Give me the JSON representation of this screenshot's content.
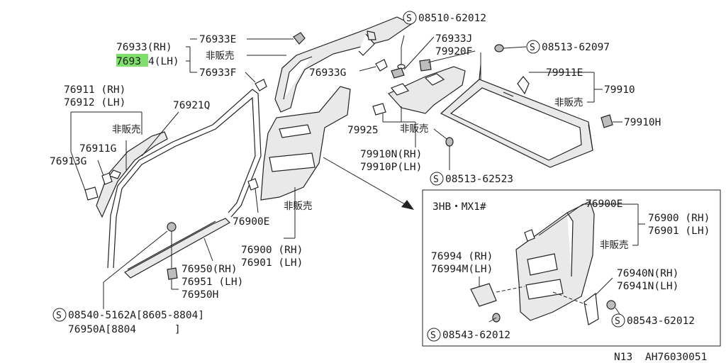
{
  "labels": {
    "p76933rh": "76933(RH)",
    "p76933lh_a": "7693",
    "p76933lh_b": "4(LH)",
    "p76933e": "76933E",
    "p76933f": "76933F",
    "p76933g": "76933G",
    "p76933j": "76933J",
    "nosale1": "非販売",
    "s08510": "08510-62012",
    "p79920f": "79920F",
    "s08513a": "08513-62097",
    "p79911e": "79911E",
    "p79910": "79910",
    "nosale2": "非販売",
    "p79910h": "79910H",
    "p79925": "79925",
    "nosale3": "非販売",
    "p79910n": "79910N(RH)",
    "p79910p": "79910P(LH)",
    "s08513b": "08513-62523",
    "p76911": "76911 (RH)",
    "p76912": "76912 (LH)",
    "nosale4": "非販売",
    "p76911g": "76911G",
    "p76913g": "76913G",
    "p76921q": "76921Q",
    "nosale5": "非販売",
    "p76900e_a": "76900E",
    "p76900rh_a": "76900 (RH)",
    "p76901lh_a": "76901 (LH)",
    "p76950rh": "76950(RH)",
    "p76951lh": "76951 (LH)",
    "p76950h": "76950H",
    "s08540": "08540-5162A[8605-8804]",
    "p76950a": "76950A[8804",
    "p76950a_end": "]",
    "inset_title": "3HB・MX1#",
    "p76900e_b": "76900E",
    "p76900rh_b": "76900 (RH)",
    "p76901lh_b": "76901 (LH)",
    "nosale6": "非販売",
    "p76994": "76994  (RH)",
    "p76994m": "76994M(LH)",
    "p76940n": "76940N(RH)",
    "p76941n": "76941N(LH)",
    "s08543a": "08543-62012",
    "s08543b": "08543-62012",
    "footer_left": "N13",
    "footer_right": "AH76030051"
  },
  "screw_symbol": "S",
  "highlight_color": "#7ee06a"
}
